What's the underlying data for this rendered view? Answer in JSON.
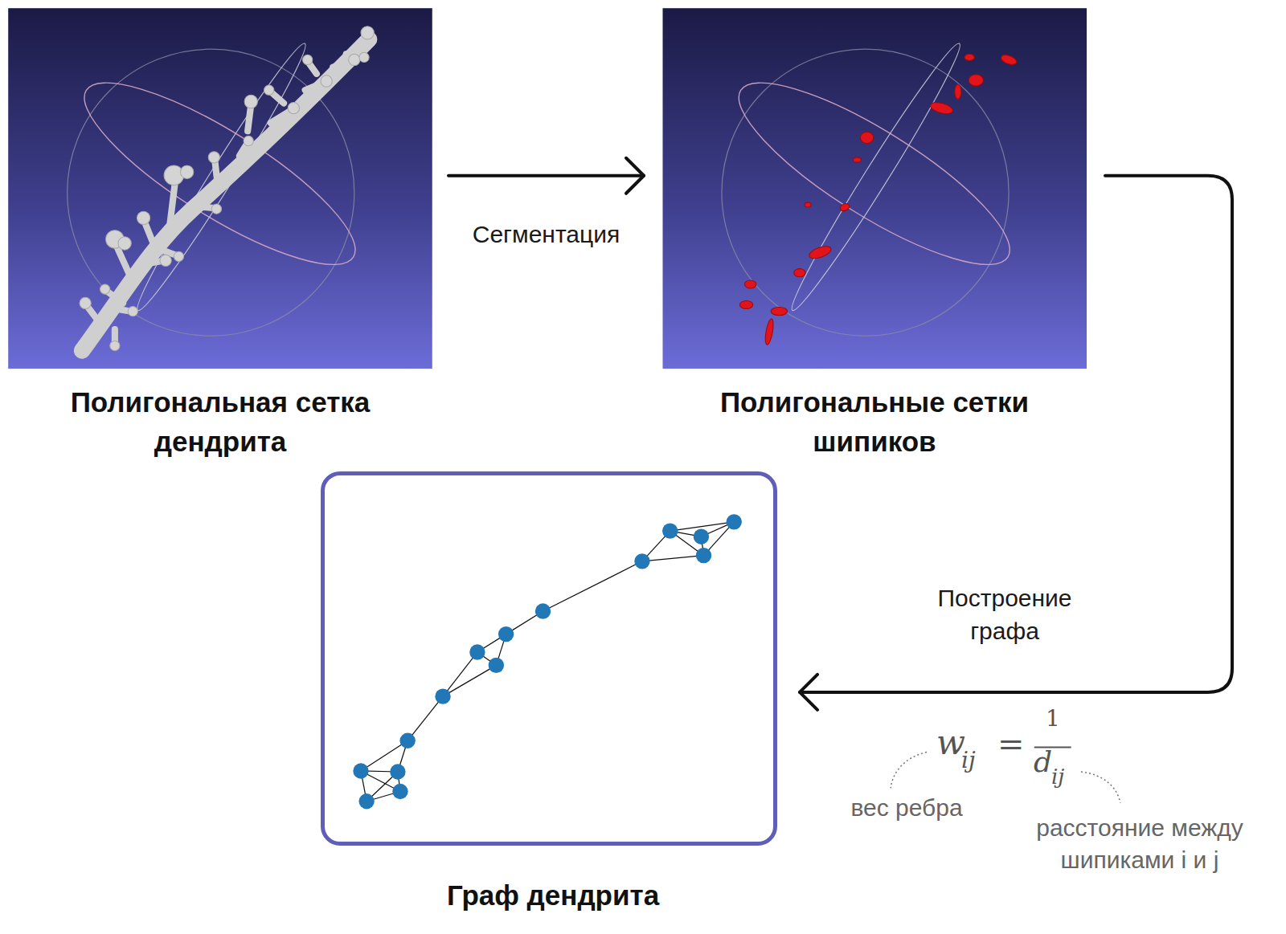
{
  "diagram": {
    "nodes": [
      {
        "text": [
          "Полигональная сетка дендрита"
        ]
      },
      {
        "text": [
          "Полигональные сетки шипиков"
        ]
      },
      {
        "text": [
          "Граф дендрита"
        ]
      }
    ],
    "edges": [
      {
        "from": 0,
        "to": 1,
        "arrow": "to",
        "label": "Сегментация"
      },
      {
        "from": 1,
        "to": 2,
        "arrow": "to",
        "label": "Построение графа"
      }
    ],
    "labels": [
      "w",
      "ij",
      "=",
      "1",
      "d",
      "ij",
      "вес ребра",
      "расстояние между шипиками i и j"
    ]
  }
}
